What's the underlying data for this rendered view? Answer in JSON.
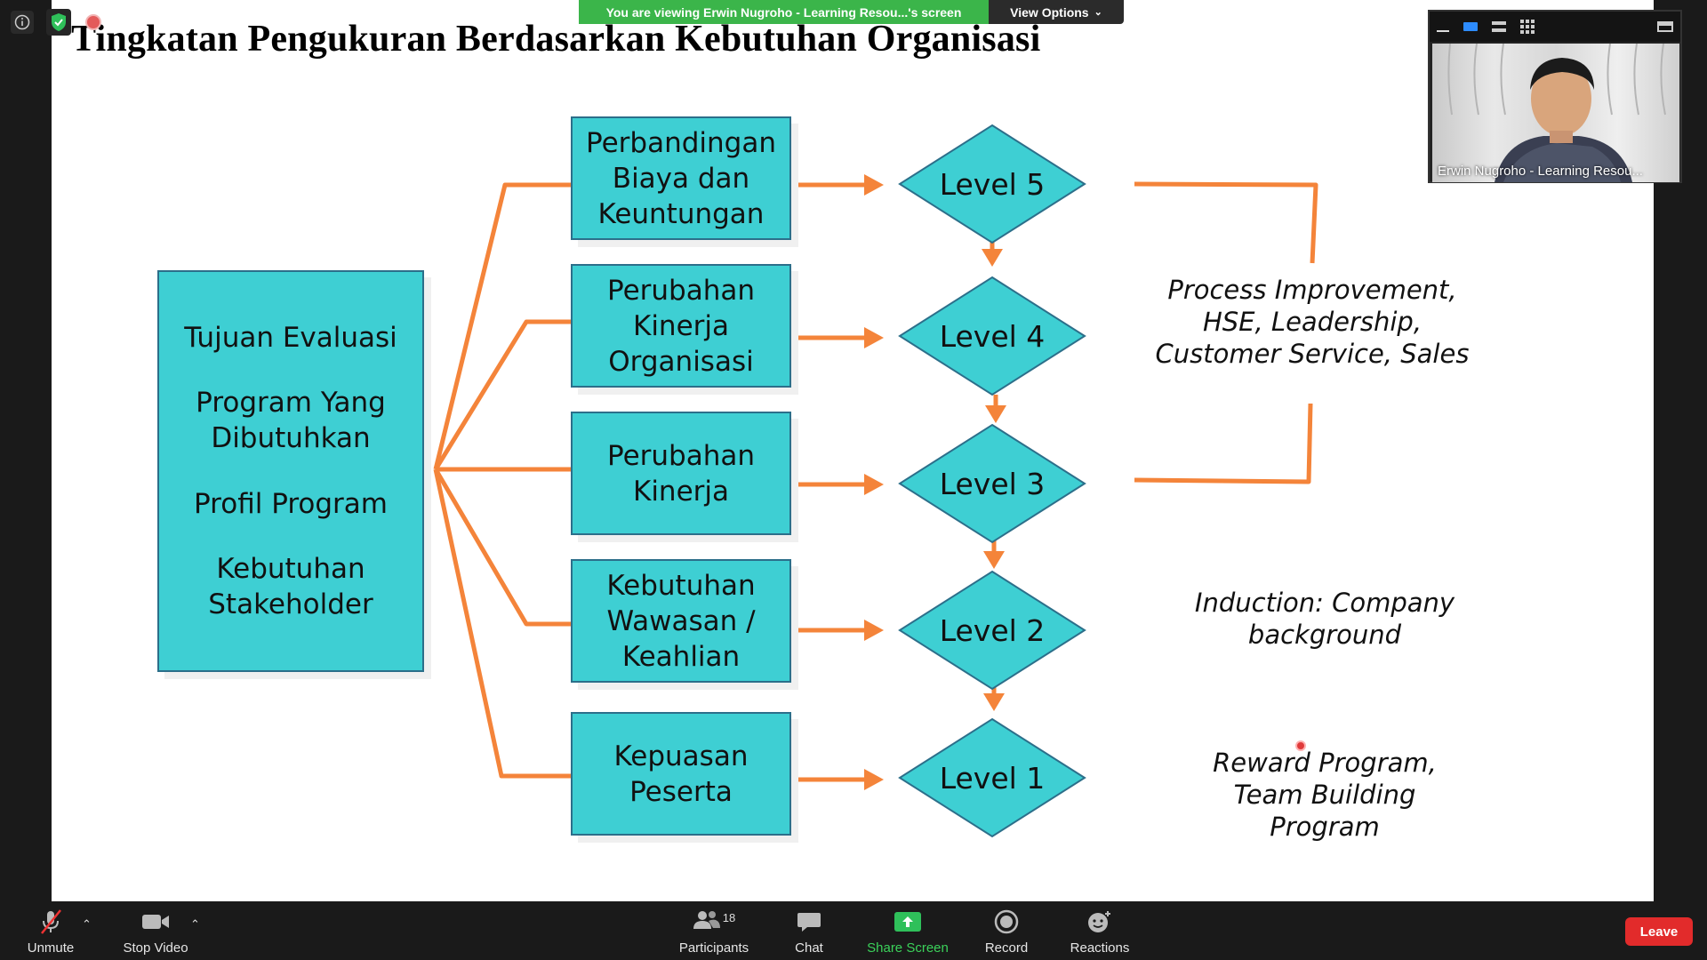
{
  "share": {
    "banner_text": "You are viewing Erwin Nugroho - Learning Resou...'s screen",
    "view_options_label": "View Options"
  },
  "slide": {
    "title": "Tingkatan Pengukuran Berdasarkan Kebutuhan Organisasi",
    "main_box_items": [
      "Tujuan Evaluasi",
      "Program Yang\nDibutuhkan",
      "Profil Program",
      "Kebutuhan\nStakeholder"
    ],
    "mid_boxes": [
      "Perbandingan\nBiaya dan\nKeuntungan",
      "Perubahan\nKinerja\nOrganisasi",
      "Perubahan\nKinerja",
      "Kebutuhan\nWawasan /\nKeahlian",
      "Kepuasan\nPeserta"
    ],
    "levels": [
      "Level 5",
      "Level 4",
      "Level 3",
      "Level 2",
      "Level 1"
    ],
    "notes": {
      "upper": "Process Improvement,\nHSE, Leadership,\nCustomer Service, Sales",
      "middle": "Induction: Company\nbackground",
      "lower": "Reward Program,\nTeam Building\nProgram"
    },
    "colors": {
      "box_fill": "#3ecfd3",
      "arrow": "#f4843a"
    }
  },
  "video": {
    "participant_name": "Erwin Nugroho - Learning Resou..."
  },
  "toolbar": {
    "unmute": "Unmute",
    "stop_video": "Stop Video",
    "participants": "Participants",
    "participants_count": "18",
    "chat": "Chat",
    "share_screen": "Share Screen",
    "record": "Record",
    "reactions": "Reactions",
    "leave": "Leave"
  }
}
